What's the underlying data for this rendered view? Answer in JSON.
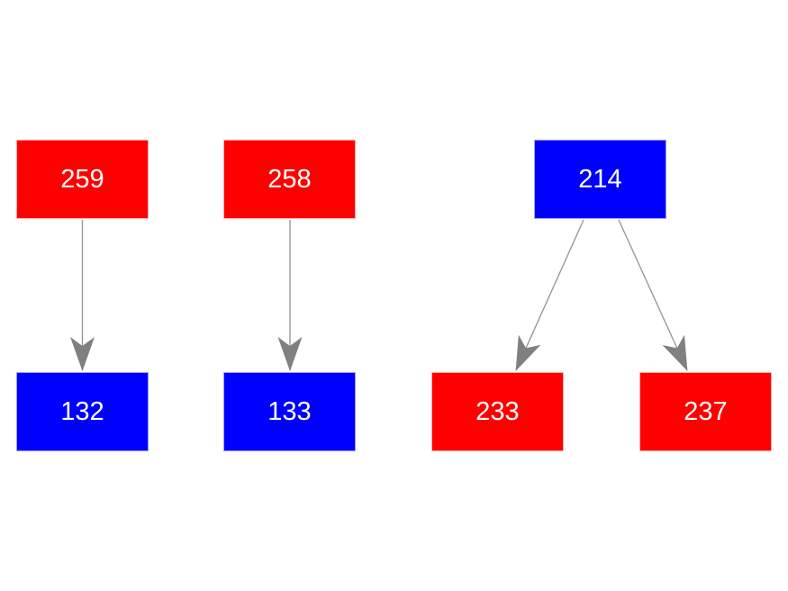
{
  "diagram": {
    "background_color": "#ffffff",
    "node_text_color": "#ffffff",
    "edge_line_color": "#999999",
    "arrowhead_color": "#808080",
    "node_colors": {
      "red": "#ff0000",
      "blue": "#0000ff"
    },
    "nodes": [
      {
        "id": "259",
        "label": "259",
        "color": "red"
      },
      {
        "id": "258",
        "label": "258",
        "color": "red"
      },
      {
        "id": "214",
        "label": "214",
        "color": "blue"
      },
      {
        "id": "132",
        "label": "132",
        "color": "blue"
      },
      {
        "id": "133",
        "label": "133",
        "color": "blue"
      },
      {
        "id": "233",
        "label": "233",
        "color": "red"
      },
      {
        "id": "237",
        "label": "237",
        "color": "red"
      }
    ],
    "edges": [
      {
        "from": "259",
        "to": "132"
      },
      {
        "from": "258",
        "to": "133"
      },
      {
        "from": "214",
        "to": "233"
      },
      {
        "from": "214",
        "to": "237"
      }
    ]
  }
}
